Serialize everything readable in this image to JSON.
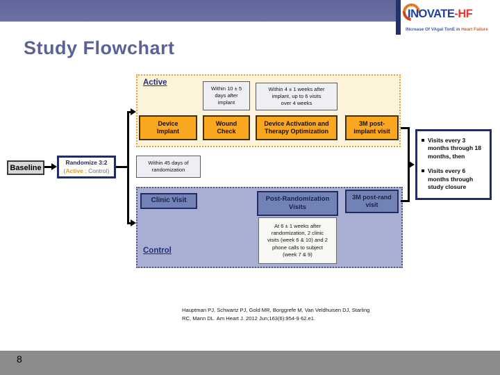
{
  "colors": {
    "top_bar": "#666b9d",
    "title_text": "#5b6396",
    "navy_border": "#212c63",
    "orange_box_fill": "#f9a71e",
    "active_section_bg": "#fdf3da",
    "active_section_border": "#e4a33c",
    "control_section_bg": "#a9afd2",
    "blue_box_fill": "#7282b4",
    "gray_box_fill": "#edeff5",
    "bottom_bar": "#8b8b8b",
    "logo_blue": "#21409a",
    "logo_red": "#e23a2e"
  },
  "header": {
    "title": "Study Flowchart"
  },
  "logo": {
    "name_main": "INOVATE",
    "name_suffix": "-HF",
    "tagline_part1": "INcrease Of VAgal TonE in ",
    "tagline_part2": "Heart Failure"
  },
  "flowchart": {
    "active": {
      "label": "Active",
      "timing1": "Within 10 ± 5\ndays after\nimplant",
      "timing2": "Within 4 ± 1 weeks after\nimplant, up to 6 visits\nover 4 weeks",
      "step1": "Device\nImplant",
      "step2": "Wound\nCheck",
      "step3": "Device Activation and\nTherapy Optimization",
      "step4": "3M post-\nimplant visit"
    },
    "baseline_label": "Baseline",
    "randomize": {
      "line1": "Randomize 3:2",
      "open": "(",
      "active_word": "Active",
      "separator": " : ",
      "control_word": "Control",
      "close": ")"
    },
    "within_randomization": "Within 45 days of\nrandomization",
    "control": {
      "label": "Control",
      "clinic_visit": "Clinic Visit",
      "post_randomization": "Post-Randomization\nVisits",
      "post_randomization_note": "At 6 ± 1 weeks after\nrandomization, 2 clinic\nvisits (week 6 & 10) and 2\nphone calls to subject\n(week 7 & 9)",
      "three_month_visit": "3M post-rand\nvisit"
    },
    "followup": {
      "bullet1": "Visits every 3 months through 18 months, then",
      "bullet2": "Visits every 6 months through study closure"
    }
  },
  "footer": {
    "citation_line1": "Hauptman PJ, Schwartz PJ, Gold MR, Borggrefe M, Van Veldhuisen DJ, Starling",
    "citation_line2": "RC, Mann DL. Am Heart J. 2012 Jun;163(6):954-9 62.e1.",
    "page_number": "8"
  }
}
